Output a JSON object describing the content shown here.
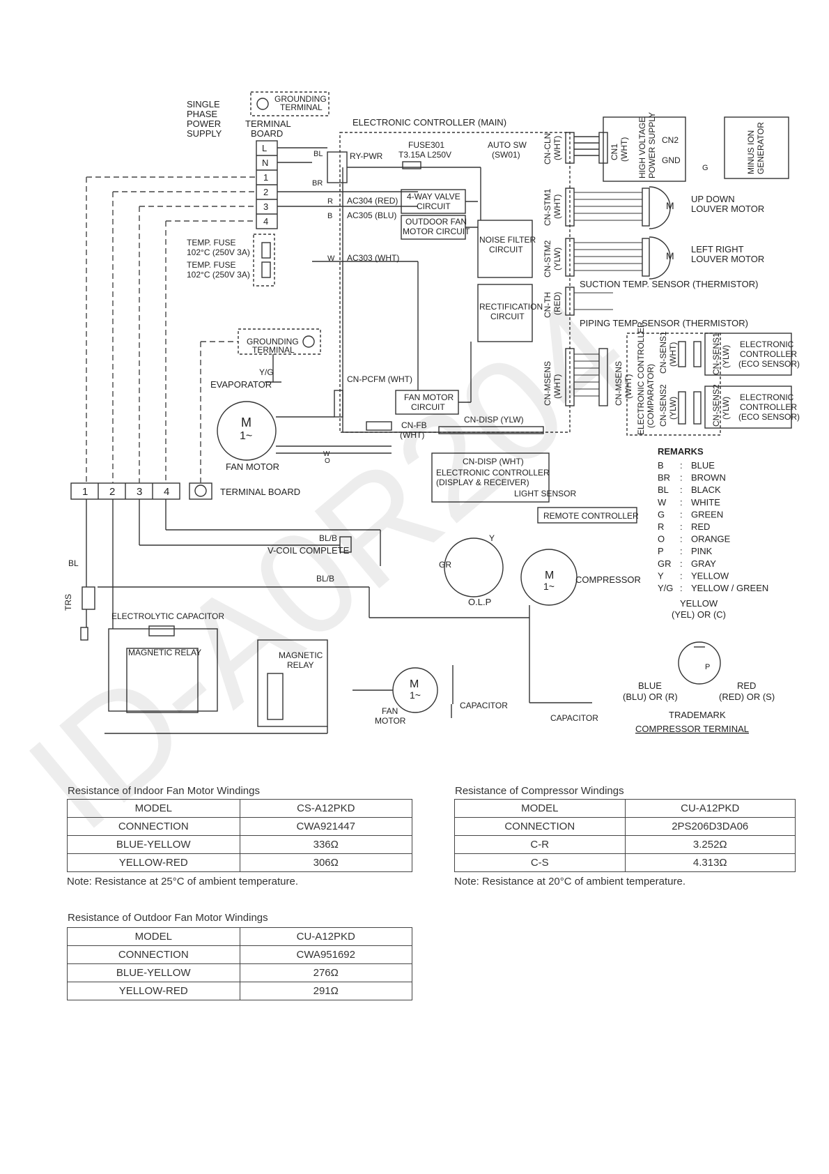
{
  "diagram": {
    "power": {
      "single_phase": [
        "SINGLE",
        "PHASE",
        "POWER",
        "SUPPLY"
      ],
      "grounding_terminal": [
        "GROUNDING",
        "TERMINAL"
      ],
      "terminal_board": [
        "TERMINAL",
        "BOARD"
      ],
      "terminals": [
        "L",
        "N",
        "1",
        "2",
        "3",
        "4"
      ]
    },
    "main": {
      "title": "ELECTRONIC CONTROLLER (MAIN)",
      "fuse_name": "FUSE301",
      "fuse_rating": "T3.15A L250V",
      "auto_sw": "AUTO SW",
      "auto_sw_id": "(SW01)",
      "relay": "RY-PWR",
      "ac304": "AC304 (RED)",
      "ac305": "AC305 (BLU)",
      "ac303": "AC303 (WHT)",
      "valve": [
        "4-WAY VALVE",
        "CIRCUIT"
      ],
      "outdoor_fan": [
        "OUTDOOR FAN",
        "MOTOR CIRCUIT"
      ],
      "noise_filter": [
        "NOISE FILTER",
        "CIRCUIT"
      ],
      "rectification": [
        "RECTIFICATION",
        "CIRCUIT"
      ],
      "fan_motor_circuit": [
        "FAN MOTOR",
        "CIRCUIT"
      ],
      "cn_pcfm": "CN-PCFM (WHT)",
      "cn_fb": [
        "CN-FB",
        "(WHT)"
      ],
      "cn_disp_ylw": "CN-DISP (YLW)",
      "cn_disp_wht": "CN-DISP (WHT)"
    },
    "temp_fuse": [
      "TEMP. FUSE",
      "102°C (250V 3A)",
      "TEMP. FUSE",
      "102°C (250V 3A)"
    ],
    "connectors": {
      "cn_cln": [
        "CN-CLN",
        "(WHT)"
      ],
      "cn1": [
        "CN1",
        "(WHT)"
      ],
      "hv_supply": [
        "HIGH VOLTAGE",
        "POWER SUPPLY"
      ],
      "cn2": "CN2",
      "gnd": "GND",
      "minus_ion": [
        "MINUS ION",
        "GENERATOR"
      ],
      "cn_stm1": [
        "CN-STM1",
        "(WHT)"
      ],
      "cn_stm2": [
        "CN-STM2",
        "(YLW)"
      ],
      "cn_th": [
        "CN-TH",
        "(RED)"
      ],
      "cn_msens_main": [
        "CN-MSENS",
        "(WHT)"
      ],
      "cn_msens_comp": [
        "CN-MSENS",
        "(WHT)"
      ],
      "comparator": [
        "ELECTRONIC CONTROLLER",
        "(COMPARATOR)"
      ],
      "cn_sens1": [
        "CN-SENS1",
        "(WHT)"
      ],
      "cn_sens1b": [
        "CN-SENS1",
        "(YLW)"
      ],
      "cn_sens2": [
        "CN-SENS2",
        "(YLW)"
      ],
      "cn_sens2b": [
        "CN-SENS2",
        "(YLW)"
      ],
      "eco1": [
        "ELECTRONIC",
        "CONTROLLER",
        "(ECO SENSOR)"
      ],
      "eco2": [
        "ELECTRONIC",
        "CONTROLLER",
        "(ECO SENSOR)"
      ]
    },
    "motors": {
      "up_down": [
        "UP DOWN",
        "LOUVER MOTOR"
      ],
      "left_right": [
        "LEFT RIGHT",
        "LOUVER MOTOR"
      ],
      "suction": "SUCTION TEMP. SENSOR (THERMISTOR)",
      "piping": "PIPING TEMP. SENSOR (THERMISTOR)",
      "fan_motor": "FAN MOTOR",
      "m": "M",
      "one_phase": "1~"
    },
    "indoor": {
      "grounding": [
        "GROUNDING",
        "TERMINAL"
      ],
      "yg": "Y/G",
      "evaporator": "EVAPORATOR",
      "terminals": [
        "1",
        "2",
        "3",
        "4"
      ],
      "terminal_board": "TERMINAL BOARD"
    },
    "display": {
      "title": "ELECTRONIC CONTROLLER",
      "sub": "(DISPLAY & RECEIVER)",
      "light_sensor": "LIGHT SENSOR",
      "remote": "REMOTE CONTROLLER"
    },
    "outdoor": {
      "v_coil": "V-COIL COMPLETE",
      "compressor": "COMPRESSOR",
      "olp": "O.L.P",
      "capacitor": "ELECTROLYTIC CAPACITOR",
      "magnetic_relay": "MAGNETIC RELAY",
      "magnetic_relay2": [
        "MAGNETIC",
        "RELAY"
      ],
      "trs": "TRS",
      "fan_motor": [
        "FAN",
        "MOTOR"
      ],
      "cap1": "CAPACITOR",
      "cap2": "CAPACITOR"
    },
    "remarks": {
      "title": "REMARKS",
      "items": [
        [
          "B",
          "BLUE"
        ],
        [
          "BR",
          "BROWN"
        ],
        [
          "BL",
          "BLACK"
        ],
        [
          "W",
          "WHITE"
        ],
        [
          "G",
          "GREEN"
        ],
        [
          "R",
          "RED"
        ],
        [
          "O",
          "ORANGE"
        ],
        [
          "P",
          "PINK"
        ],
        [
          "GR",
          "GRAY"
        ],
        [
          "Y",
          "YELLOW"
        ],
        [
          "Y/G",
          "YELLOW / GREEN"
        ]
      ]
    },
    "comp_terminal": {
      "yellow": "YELLOW",
      "yellow2": "(YEL) OR (C)",
      "blue": "BLUE",
      "blue2": "(BLU) OR (R)",
      "red": "RED",
      "red2": "(RED) OR (S)",
      "trademark": "TRADEMARK",
      "title": "COMPRESSOR TERMINAL"
    },
    "wire": {
      "bl": "BL",
      "br": "BR",
      "r": "R",
      "b": "B",
      "w": "W",
      "o": "O",
      "y": "Y",
      "p": "P",
      "g": "G",
      "gr": "GR",
      "blb": "BL/B"
    }
  },
  "tables": {
    "indoor": {
      "title": "Resistance of Indoor Fan Motor Windings",
      "rows": [
        [
          "MODEL",
          "CS-A12PKD"
        ],
        [
          "CONNECTION",
          "CWA921447"
        ],
        [
          "BLUE-YELLOW",
          "336Ω"
        ],
        [
          "YELLOW-RED",
          "306Ω"
        ]
      ],
      "note": "Note: Resistance at 25°C of ambient temperature."
    },
    "compressor": {
      "title": "Resistance of Compressor Windings",
      "rows": [
        [
          "MODEL",
          "CU-A12PKD"
        ],
        [
          "CONNECTION",
          "2PS206D3DA06"
        ],
        [
          "C-R",
          "3.252Ω"
        ],
        [
          "C-S",
          "4.313Ω"
        ]
      ],
      "note": "Note: Resistance at 20°C of ambient temperature."
    },
    "outdoor": {
      "title": "Resistance of Outdoor Fan Motor Windings",
      "rows": [
        [
          "MODEL",
          "CU-A12PKD"
        ],
        [
          "CONNECTION",
          "CWA951692"
        ],
        [
          "BLUE-YELLOW",
          "276Ω"
        ],
        [
          "YELLOW-RED",
          "291Ω"
        ]
      ]
    }
  },
  "watermark": "ID-A0R204"
}
